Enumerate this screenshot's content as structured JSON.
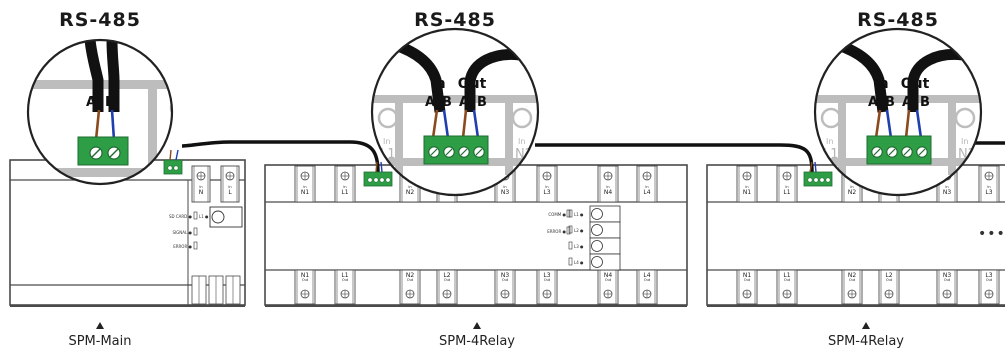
{
  "headings": {
    "rs485_main": "RS-485",
    "rs485_relay1": "RS-485",
    "rs485_relay2": "RS-485"
  },
  "captions": {
    "main": "SPM-Main",
    "relay1": "SPM-4Relay",
    "relay2": "SPM-4Relay"
  },
  "zoom_labels": {
    "in": "In",
    "out": "Out",
    "a": "A",
    "b": "B"
  },
  "ghost_labels": {
    "in": "In",
    "l1": "L1",
    "n2": "N2"
  },
  "main_module": {
    "status_labels": [
      "SD CARD ●",
      "SIGNAL ●",
      "ERROR ●"
    ],
    "l1_label": "L1 ●",
    "terminals_top": [
      {
        "line1": "In",
        "line2": "N"
      },
      {
        "line1": "In",
        "line2": "L"
      }
    ]
  },
  "relay_module": {
    "status_labels": [
      "COMM ●",
      "ERROR ●"
    ],
    "relay_labels": [
      "L1 ●",
      "L2 ●",
      "L3 ●",
      "L4 ●"
    ],
    "terminals_top": [
      {
        "line1": "In",
        "line2": "N1"
      },
      {
        "line1": "In",
        "line2": "L1"
      },
      {
        "line1": "In",
        "line2": "N2"
      },
      {
        "line1": "In",
        "line2": "L2"
      },
      {
        "line1": "In",
        "line2": "N3"
      },
      {
        "line1": "In",
        "line2": "L3"
      },
      {
        "line1": "In",
        "line2": "N4"
      },
      {
        "line1": "In",
        "line2": "L4"
      }
    ],
    "terminals_bottom": [
      {
        "line1": "N1",
        "line2": "Out"
      },
      {
        "line1": "L1",
        "line2": "Out"
      },
      {
        "line1": "N2",
        "line2": "Out"
      },
      {
        "line1": "L2",
        "line2": "Out"
      },
      {
        "line1": "N3",
        "line2": "Out"
      },
      {
        "line1": "L3",
        "line2": "Out"
      },
      {
        "line1": "N4",
        "line2": "Out"
      },
      {
        "line1": "L4",
        "line2": "Out"
      }
    ]
  },
  "continuation": "•••••",
  "colors": {
    "module_stroke": "#4a4a4a",
    "connector_green": "#2e9e46",
    "connector_dark": "#1f6b30",
    "wire_brown": "#8b4a1e",
    "wire_blue": "#1e3fb0",
    "cable_black": "#111111",
    "ghost_gray": "#bdbdbd"
  }
}
